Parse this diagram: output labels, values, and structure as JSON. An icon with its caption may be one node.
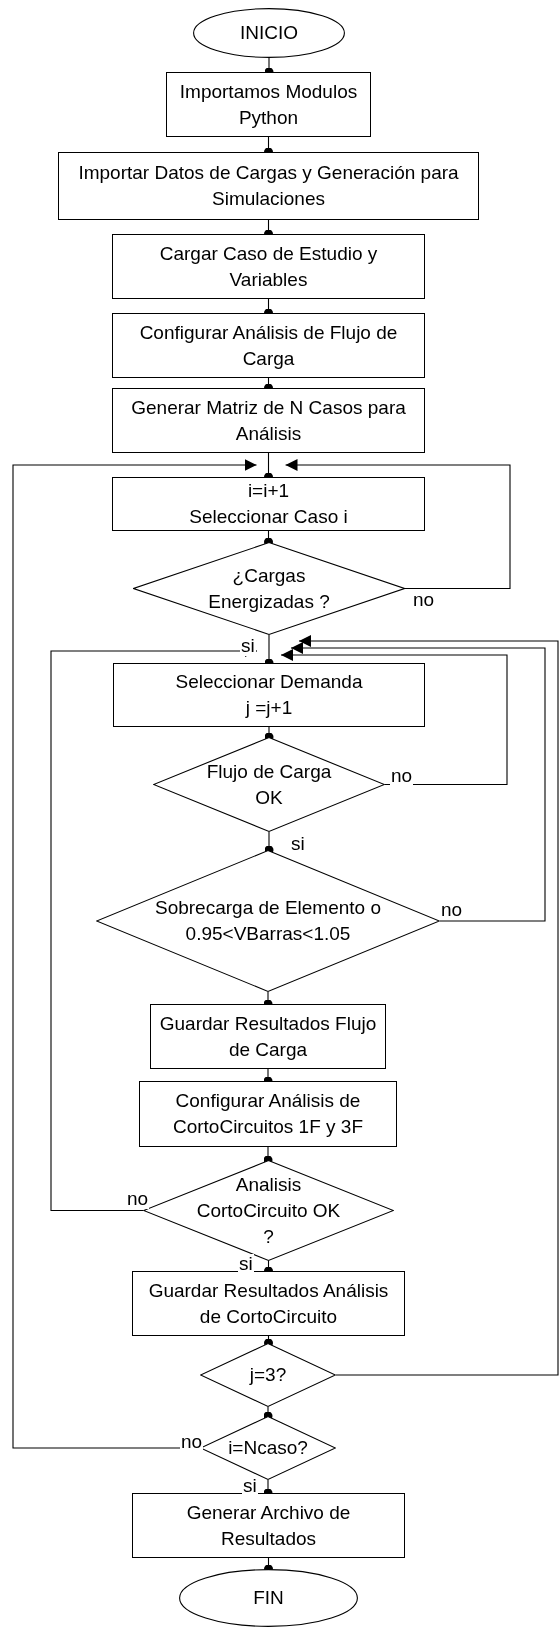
{
  "diagram": {
    "nodes": [
      {
        "text": [
          "INICIO"
        ]
      },
      {
        "text": [
          "Importamos Modulos Python"
        ]
      },
      {
        "text": [
          "Importar Datos de Cargas y Generación para Simulaciones"
        ]
      },
      {
        "text": [
          "Cargar Caso de Estudio y Variables"
        ]
      },
      {
        "text": [
          "Configurar Análisis de Flujo de Carga"
        ]
      },
      {
        "text": [
          "Generar Matriz de N Casos para Análisis"
        ]
      },
      {
        "text": [
          "i=i+1",
          "Seleccionar Caso i"
        ]
      },
      {
        "text": [
          "¿Cargas Energizadas ?"
        ]
      },
      {
        "text": [
          "Seleccionar Demanda",
          "j =j+1"
        ]
      },
      {
        "text": [
          "Flujo de Carga OK"
        ]
      },
      {
        "text": [
          "Sobrecarga de Elemento o 0.95<VBarras<1.05"
        ]
      },
      {
        "text": [
          "Guardar Resultados Flujo de Carga"
        ]
      },
      {
        "text": [
          "Configurar Análisis de CortoCircuitos 1F y 3F"
        ]
      },
      {
        "text": [
          "Analisis CortoCircuito OK ?"
        ]
      },
      {
        "text": [
          "Guardar Resultados Análisis de CortoCircuito"
        ]
      },
      {
        "text": [
          "j=3?"
        ]
      },
      {
        "text": [
          "i=Ncaso?"
        ]
      },
      {
        "text": [
          "Generar Archivo de Resultados"
        ]
      },
      {
        "text": [
          "FIN"
        ]
      }
    ],
    "edges": [
      {
        "from": 0,
        "to": 1,
        "arrow": "other"
      },
      {
        "from": 1,
        "to": 2,
        "arrow": "other"
      },
      {
        "from": 2,
        "to": 3,
        "arrow": "other"
      },
      {
        "from": 3,
        "to": 4,
        "arrow": "other"
      },
      {
        "from": 4,
        "to": 5,
        "arrow": "other"
      },
      {
        "from": 5,
        "to": 6,
        "arrow": "other"
      },
      {
        "from": 7,
        "to": 6,
        "label": "no",
        "arrow": "to"
      },
      {
        "from": 16,
        "to": 6,
        "label": "no",
        "arrow": "to"
      },
      {
        "from": 6,
        "to": 7,
        "arrow": "other"
      },
      {
        "from": 7,
        "to": 8,
        "label": "si",
        "arrow": "other"
      },
      {
        "from": 8,
        "to": 9,
        "arrow": "other"
      },
      {
        "from": 9,
        "to": 10,
        "label": "si",
        "arrow": "other"
      },
      {
        "from": 9,
        "to": 8,
        "label": "no",
        "arrow": "to"
      },
      {
        "from": 10,
        "to": 11,
        "arrow": "other"
      },
      {
        "from": 10,
        "to": 8,
        "label": "no",
        "arrow": "to"
      },
      {
        "from": 11,
        "to": 12,
        "arrow": "other"
      },
      {
        "from": 12,
        "to": 13,
        "arrow": "other"
      },
      {
        "from": 13,
        "to": 14,
        "label": "si",
        "arrow": "other"
      },
      {
        "from": 13,
        "to": 8,
        "label": "no",
        "arrow": "to"
      },
      {
        "from": 14,
        "to": 15,
        "arrow": "other"
      },
      {
        "from": 15,
        "to": 8,
        "arrow": "to"
      },
      {
        "from": 15,
        "to": 16,
        "arrow": "other"
      },
      {
        "from": 16,
        "to": 17,
        "label": "si",
        "arrow": "other"
      },
      {
        "from": 17,
        "to": 18,
        "arrow": "other"
      }
    ]
  }
}
